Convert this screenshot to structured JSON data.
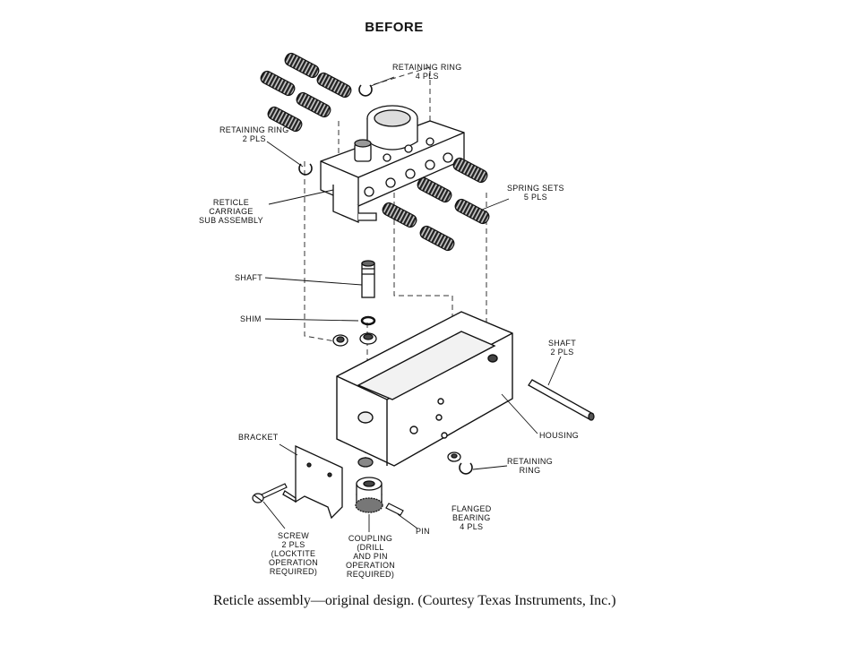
{
  "title": "BEFORE",
  "labels": {
    "retaining_ring_top": [
      "RETAINING RING",
      "4 PLS"
    ],
    "retaining_ring_left": [
      "RETAINING RING",
      "2 PLS"
    ],
    "reticle_carriage": [
      "RETICLE",
      "CARRIAGE",
      "SUB ASSEMBLY"
    ],
    "spring_sets": [
      "SPRING SETS",
      "5 PLS"
    ],
    "shaft_upper": [
      "SHAFT"
    ],
    "shim": [
      "SHIM"
    ],
    "shaft_right": [
      "SHAFT",
      "2 PLS"
    ],
    "housing": [
      "HOUSING"
    ],
    "retaining_ring_bottom": [
      "RETAINING",
      "RING"
    ],
    "bracket": [
      "BRACKET"
    ],
    "flanged_bearing": [
      "FLANGED",
      "BEARING",
      "4 PLS"
    ],
    "screw": [
      "SCREW",
      "2 PLS",
      "(LOCKTITE",
      "OPERATION",
      "REQUIRED)"
    ],
    "coupling": [
      "COUPLING",
      "(DRILL",
      "AND PIN",
      "OPERATION",
      "REQUIRED)"
    ],
    "pin": [
      "PIN"
    ]
  },
  "caption": "Reticle assembly—original design. (Courtesy Texas Instruments, Inc.)"
}
